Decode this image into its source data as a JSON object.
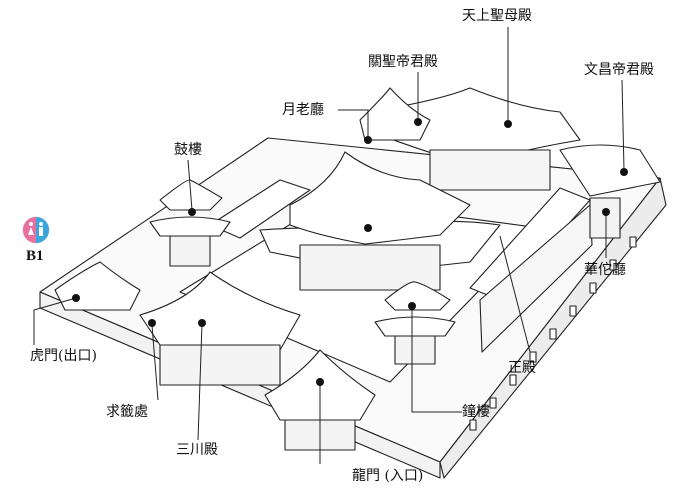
{
  "labels": {
    "tianshang": "天上聖母殿",
    "guansheng": "關聖帝君殿",
    "wenchang": "文昌帝君殿",
    "yuelao": "月老廳",
    "gulou": "鼓樓",
    "huatuo": "華佗廳",
    "humen": "虎門(出口)",
    "zhengdian": "正殿",
    "qiuqian": "求籤處",
    "zhonglou": "鐘樓",
    "sanchuan": "三川殿",
    "longmen": "龍門 (入口)"
  },
  "restroom": {
    "label": "B1",
    "icon": "restroom-icon",
    "left_color": "#e96fa0",
    "right_color": "#3aa6dd"
  },
  "colors": {
    "line": "#222222",
    "roof": "#ffffff"
  }
}
